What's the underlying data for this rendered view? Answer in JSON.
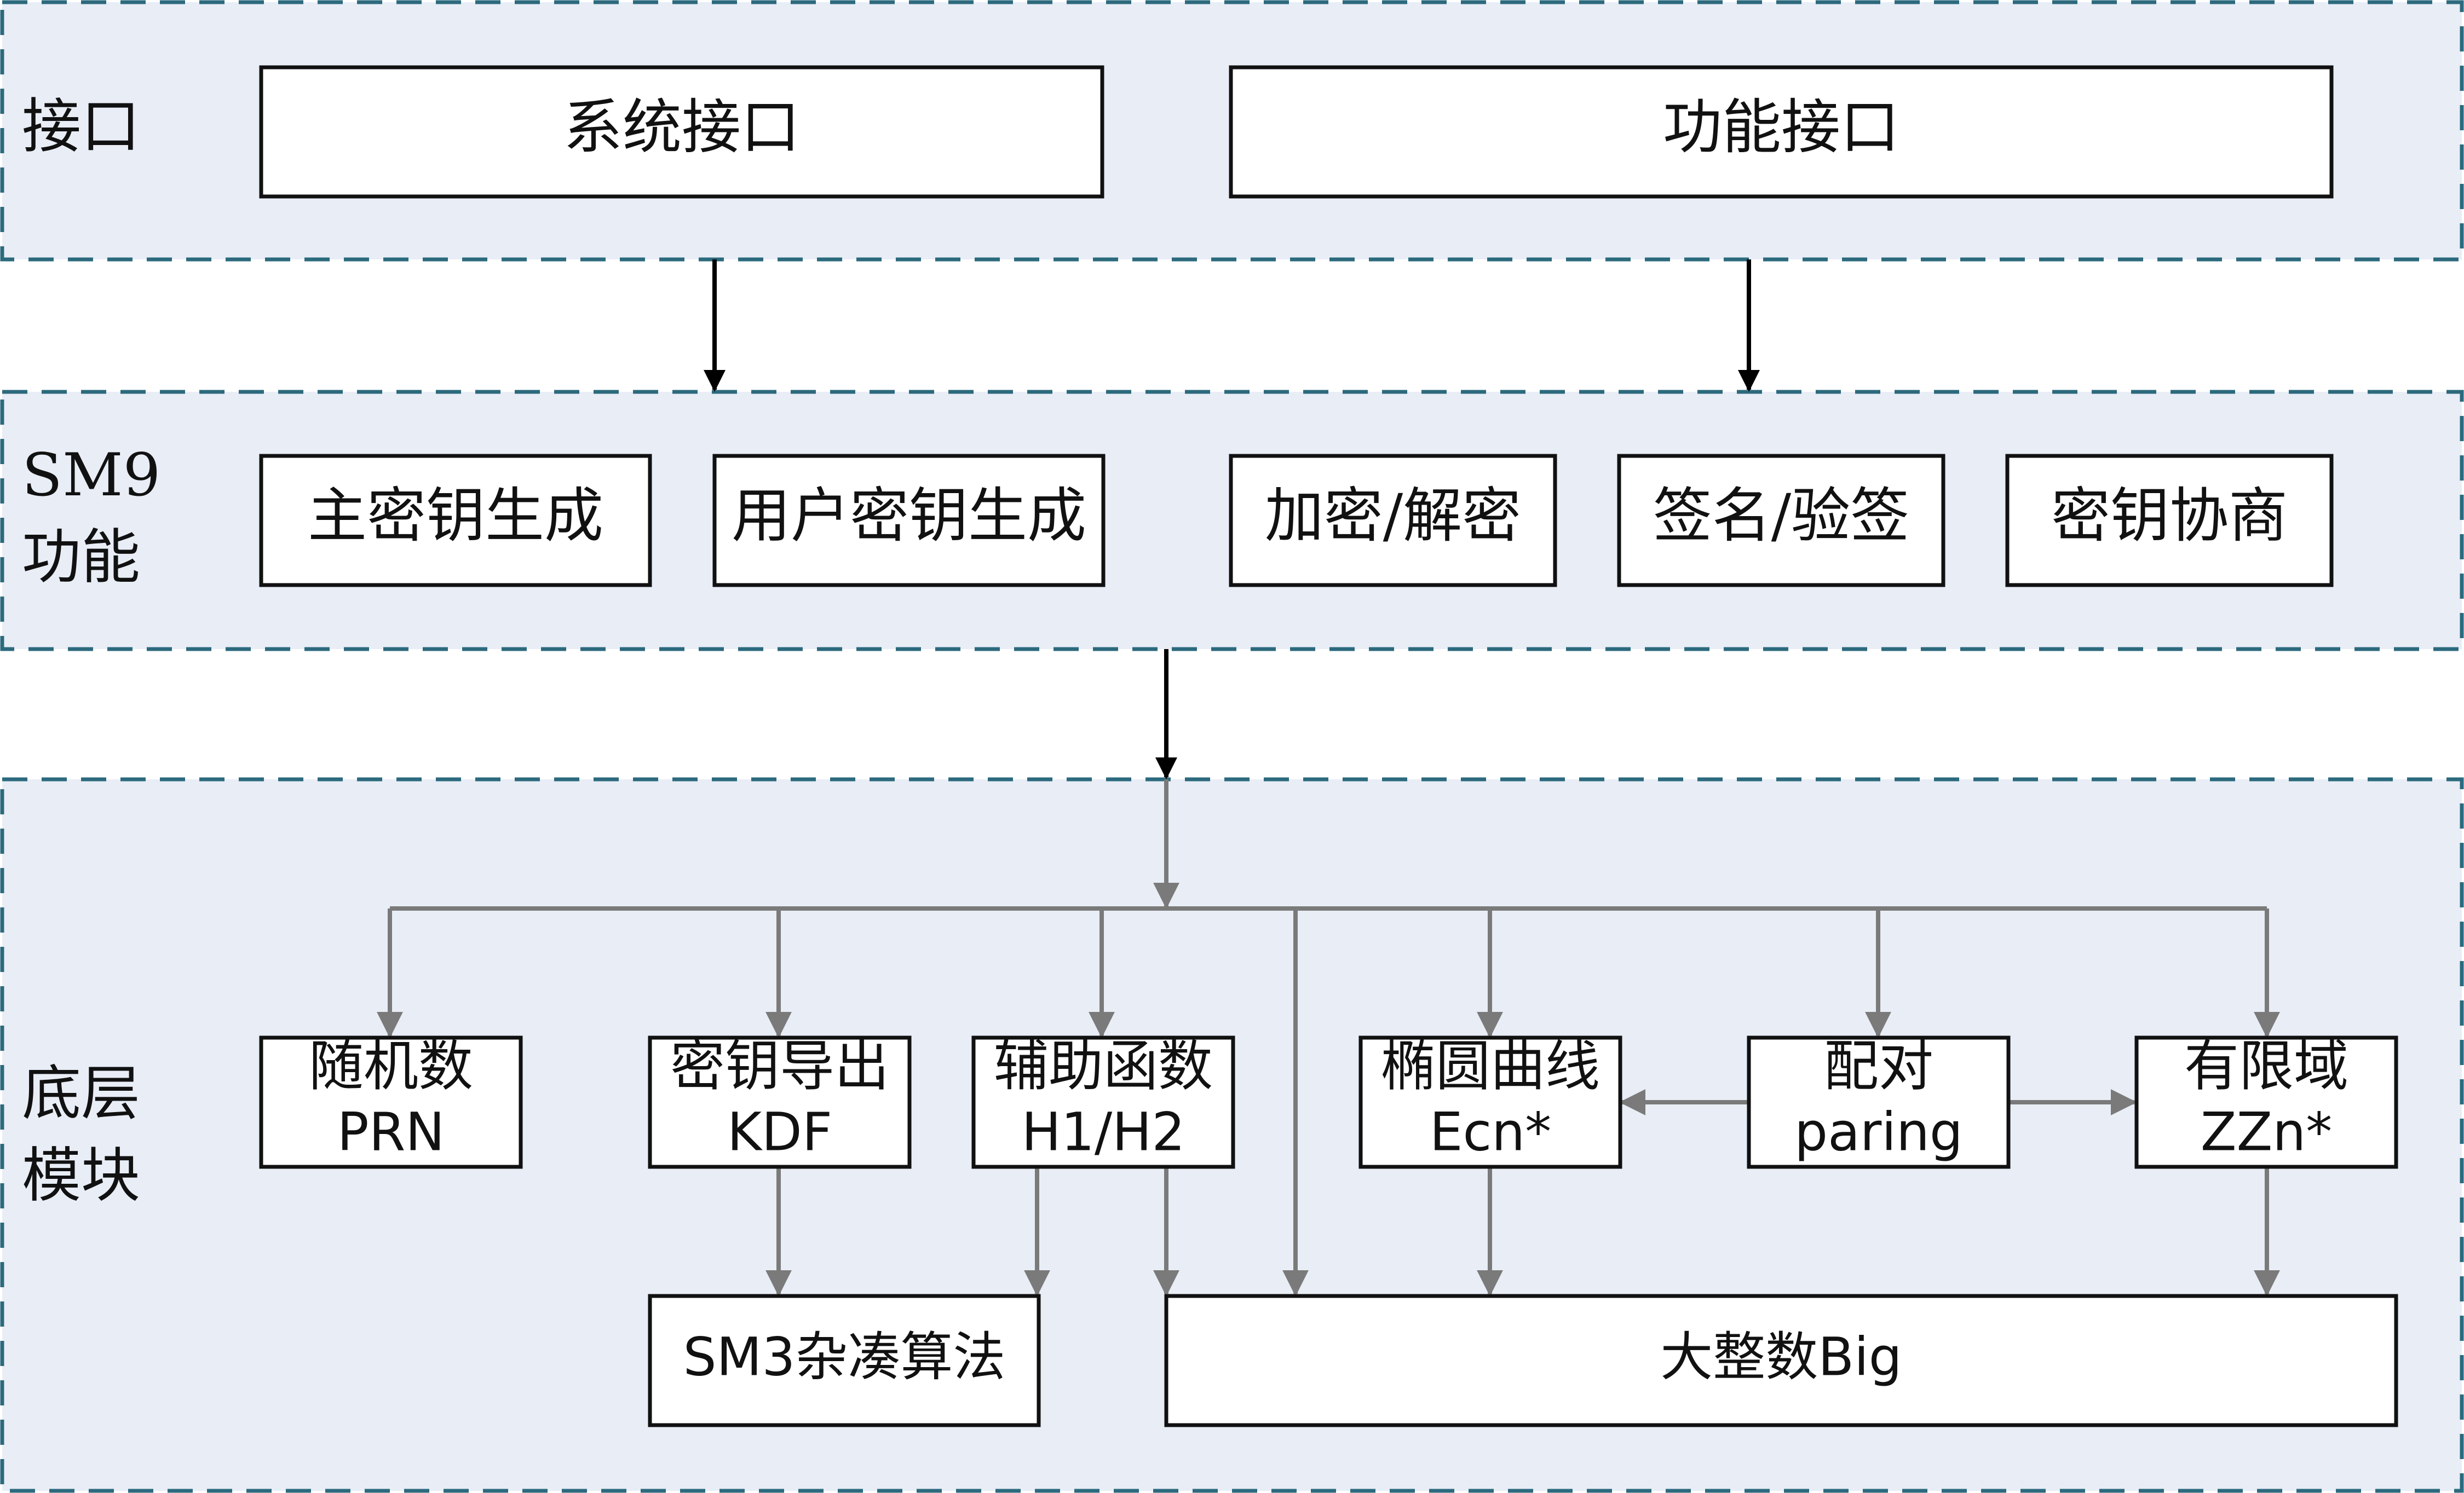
{
  "layers": {
    "interface": {
      "label": "接口"
    },
    "sm9": {
      "label_line1": "SM9",
      "label_line2": "功能"
    },
    "base": {
      "label_line1": "底层",
      "label_line2": "模块"
    }
  },
  "interface_boxes": {
    "system": "系统接口",
    "function": "功能接口"
  },
  "sm9_boxes": {
    "master_key": "主密钥生成",
    "user_key": "用户密钥生成",
    "encrypt": "加密/解密",
    "sign": "签名/验签",
    "key_exchange": "密钥协商"
  },
  "modules": {
    "prn": {
      "line1": "随机数",
      "line2": "PRN"
    },
    "kdf": {
      "line1": "密钥导出",
      "line2": "KDF"
    },
    "hash": {
      "line1": "辅助函数",
      "line2": "H1/H2"
    },
    "ecn": {
      "line1": "椭圆曲线",
      "line2": "Ecn*"
    },
    "pairing": {
      "line1": "配对",
      "line2": "paring"
    },
    "zzn": {
      "line1": "有限域",
      "line2": "ZZn*"
    },
    "sm3": "SM3杂凑算法",
    "big": "大整数Big"
  },
  "colors": {
    "panel_fill": "#e8edf6",
    "panel_border": "#2c6a7d",
    "box_fill": "#ffffff",
    "box_border": "#111111",
    "arrow_black": "#000000",
    "arrow_gray": "#7a7a7a"
  }
}
